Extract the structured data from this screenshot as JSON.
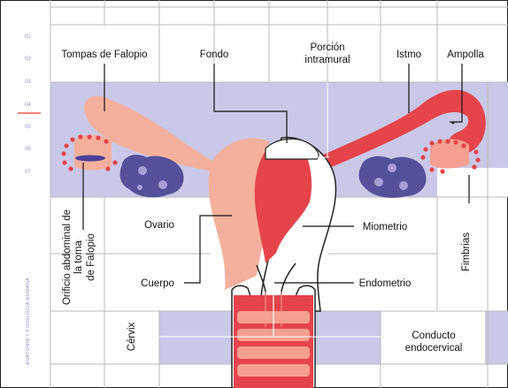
{
  "sidebar": {
    "numbers": [
      "01",
      "02",
      "03",
      "04",
      "05",
      "06",
      "07"
    ],
    "active_index": 3,
    "side_text": "ANATOMÍA Y FISIOLOGÍA HUMANA"
  },
  "labels": {
    "tompas": "Tompas de Falopio",
    "fondo": "Fondo",
    "porcion_1": "Porción",
    "porcion_2": "intramural",
    "istmo": "Istmo",
    "ampolla": "Ampolla",
    "ovario": "Ovario",
    "miometrio": "Miometrio",
    "fimbrias": "Fimbrias",
    "cuerpo": "Cuerpo",
    "endometrio": "Endometrio",
    "cervix": "Cérvix",
    "conducto_1": "Conducto",
    "conducto_2": "endocervical",
    "orificio_1": "Orificio abdominal de",
    "orificio_2": "la toma",
    "orificio_3": "de Falopio"
  },
  "colors": {
    "lavender": "#cac8e8",
    "grid": "#b9b9b9",
    "peach": "#f4b09c",
    "red": "#e5444a",
    "light_red": "#f6a08f",
    "ovary": "#54509a",
    "ovary_spot": "#a79fd8",
    "accent": "#e8594f"
  }
}
